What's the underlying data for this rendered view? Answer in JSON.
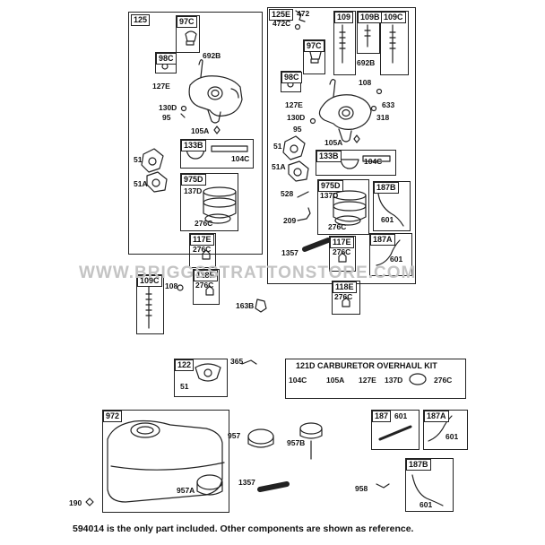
{
  "watermark": "WWW.BRIGGSSTRATTONSTORE.COM",
  "footer_note": "594014 is the only part included. Other components are shown as reference.",
  "kit": {
    "title": "121D CARBURETOR OVERHAUL KIT",
    "parts": [
      "104C",
      "105A",
      "127E",
      "137D",
      "276C"
    ]
  },
  "group_headers": {
    "g125": "125",
    "g125E": "125E",
    "g97C_left": "97C",
    "g98C_left": "98C",
    "g133B_left": "133B",
    "g975D_left": "975D",
    "g117E_left": "117E",
    "g118E_left": "118E",
    "g109C_left": "109C",
    "g109": "109",
    "g109B": "109B",
    "g109C_right": "109C",
    "g97C_right": "97C",
    "g98C_right": "98C",
    "g133B_right": "133B",
    "g975D_right": "975D",
    "g187B_top": "187B",
    "g117E_right": "117E",
    "g187A_top": "187A",
    "g118E_right": "118E",
    "g122": "122",
    "g972": "972",
    "g187": "187",
    "g187A_bottom": "187A",
    "g187B_bottom": "187B"
  },
  "part_labels": {
    "p692B_left": "692B",
    "p127E_left": "127E",
    "p130D_left": "130D",
    "p95_left": "95",
    "p105A_left": "105A",
    "p104C_left": "104C",
    "p51_left": "51",
    "p51A_left": "51A",
    "p137D_left": "137D",
    "p276C_left_ring": "276C",
    "p276C_left_117": "276C",
    "p276C_left_118": "276C",
    "p108_left": "108",
    "p163B": "163B",
    "p472": "472",
    "p472C": "472C",
    "p692B_right": "692B",
    "p108_right": "108",
    "p127E_right": "127E",
    "p633": "633",
    "p130D_right": "130D",
    "p318": "318",
    "p95_right": "95",
    "p105A_right": "105A",
    "p51_right": "51",
    "p51A_right": "51A",
    "p104C_right": "104C",
    "p137D_right": "137D",
    "p528": "528",
    "p209": "209",
    "p276C_right_ring": "276C",
    "p601_top_b": "601",
    "p1357_top": "1357",
    "p276C_right_117": "276C",
    "p601_top_a": "601",
    "p276C_right_118": "276C",
    "p365": "365",
    "p51_122": "51",
    "p957": "957",
    "p957B": "957B",
    "p957A": "957A",
    "p1357_bottom": "1357",
    "p958": "958",
    "p190": "190",
    "p601_187": "601",
    "p601_187A": "601",
    "p601_187B": "601"
  }
}
